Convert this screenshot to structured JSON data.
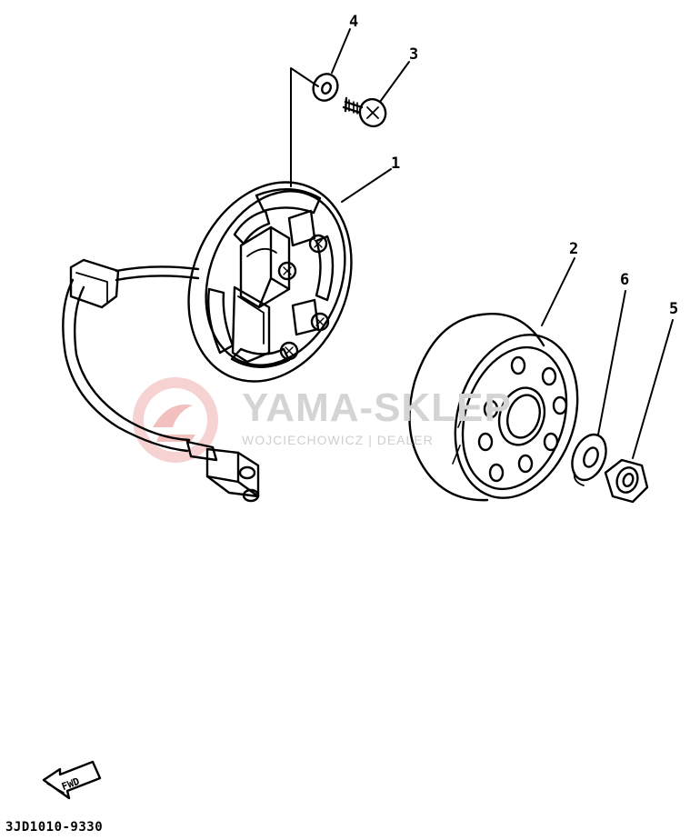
{
  "diagram": {
    "part_numbers": [
      "1",
      "2",
      "3",
      "4",
      "5",
      "6"
    ],
    "reference_code": "3JD1010-9330",
    "fwd_label": "FWD",
    "watermark": {
      "text": "YAMA-SKLEP",
      "subtext": "WOJCIECHOWICZ | DEALER"
    },
    "colors": {
      "line": "#000000",
      "watermark_logo": "#f3c9c9",
      "watermark_text": "#d4d4d4"
    }
  }
}
